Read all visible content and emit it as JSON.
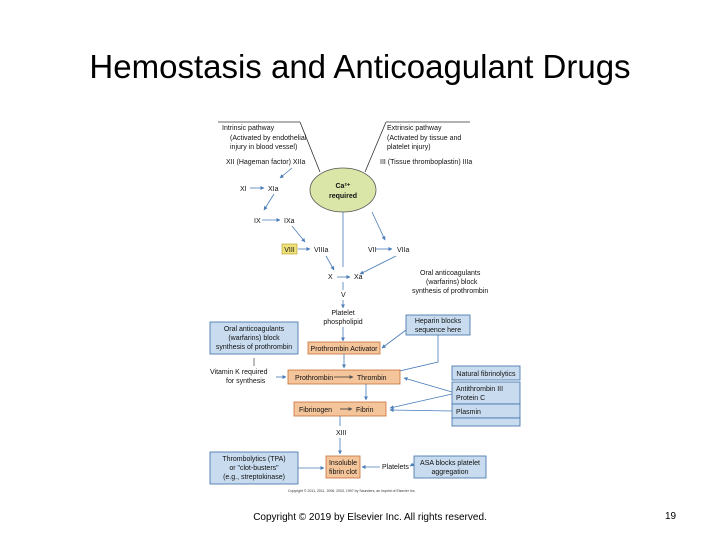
{
  "slide": {
    "title": "Hemostasis and Anticoagulant Drugs",
    "footer": "Copyright © 2019 by Elsevier Inc. All rights reserved.",
    "page_number": "19"
  },
  "diagram": {
    "intrinsic": [
      "Intrinsic pathway",
      "(Activated by endothelial",
      "injury in blood vessel)"
    ],
    "extrinsic": [
      "Extrinsic pathway",
      "(Activated by tissue and",
      "platelet injury)"
    ],
    "xii": "XII (Hageman factor) XIIa",
    "iii": "III (Tissue thromboplastin) IIIa",
    "calcium": [
      "Ca²⁺",
      "required"
    ],
    "xi": "XI",
    "xia": "XIa",
    "ix": "IX",
    "ixa": "IXa",
    "viii": "VIII",
    "viiia": "VIIIa",
    "vii": "VII",
    "viia": "VIIa",
    "x": "X",
    "xa": "Xa",
    "v": "V",
    "oral_note": [
      "Oral anticoagulants",
      "(warfarins) block",
      "synthesis of prothrombin"
    ],
    "platelet_phospholipid": [
      "Platelet",
      "phospholipid"
    ],
    "oral_box": [
      "Oral anticoagulants",
      "(warfarins) block",
      "synthesis of prothrombin"
    ],
    "heparin_box": [
      "Heparin blocks",
      "sequence here"
    ],
    "prothrombin_activator": "Prothrombin Activator",
    "vitamin_k": [
      "Vitamin K required",
      "for synthesis"
    ],
    "prothrombin": "Prothrombin",
    "thrombin": "Thrombin",
    "fibrinogen": "Fibrinogen",
    "fibrin": "Fibrin",
    "xiii": "XIII",
    "natural_fibrinolytics": "Natural fibrinolytics",
    "antithrombin": [
      "Antithrombin III",
      "Protein C"
    ],
    "plasmin": "Plasmin",
    "thrombolytics_box": [
      "Thrombolytics (TPA)",
      "or \"clot-busters\"",
      "(e.g., streptokinase)"
    ],
    "insoluble_clot": [
      "Insoluble",
      "fibrin clot"
    ],
    "platelets": "Platelets",
    "asa_box": [
      "ASA blocks platelet",
      "aggregation"
    ],
    "image_credit": "Copyright © 2011, 2011, 2006, 2003, 1997 by Saunders, an imprint of Elsevier Inc."
  },
  "colors": {
    "blue_box": "#c9dcef",
    "blue_box_border": "#3a6ea8",
    "orange_box": "#f4c49a",
    "orange_box_border": "#c9703a",
    "calcium_fill": "#d9e6a8",
    "viii_fill": "#f0e27a",
    "arrow_blue": "#4a7db8",
    "arrow_gray": "#555555"
  }
}
